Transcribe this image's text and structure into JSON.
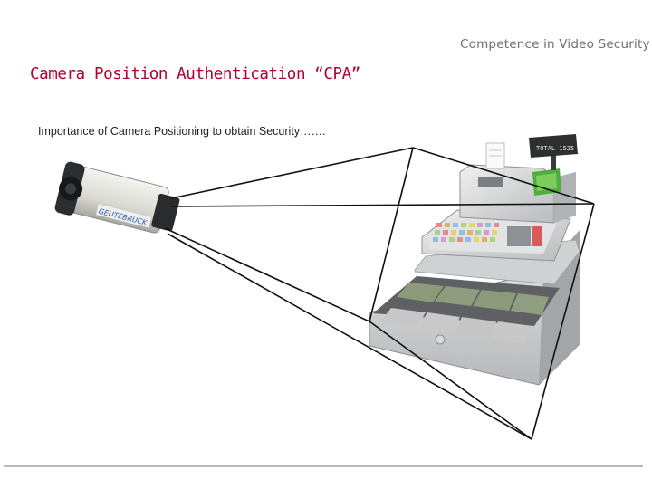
{
  "slide": {
    "tagline": "Competence in Video Security",
    "title": "Camera Position Authentication “CPA”",
    "subtitle": "Importance of Camera Positioning to obtain Security…….",
    "camera_brand": "GEUTEBRUCK",
    "register_display": "TOTAL 1525"
  },
  "colors": {
    "title": "#b4002b",
    "tagline": "#6d6f73",
    "rule": "#b9b9b9"
  }
}
